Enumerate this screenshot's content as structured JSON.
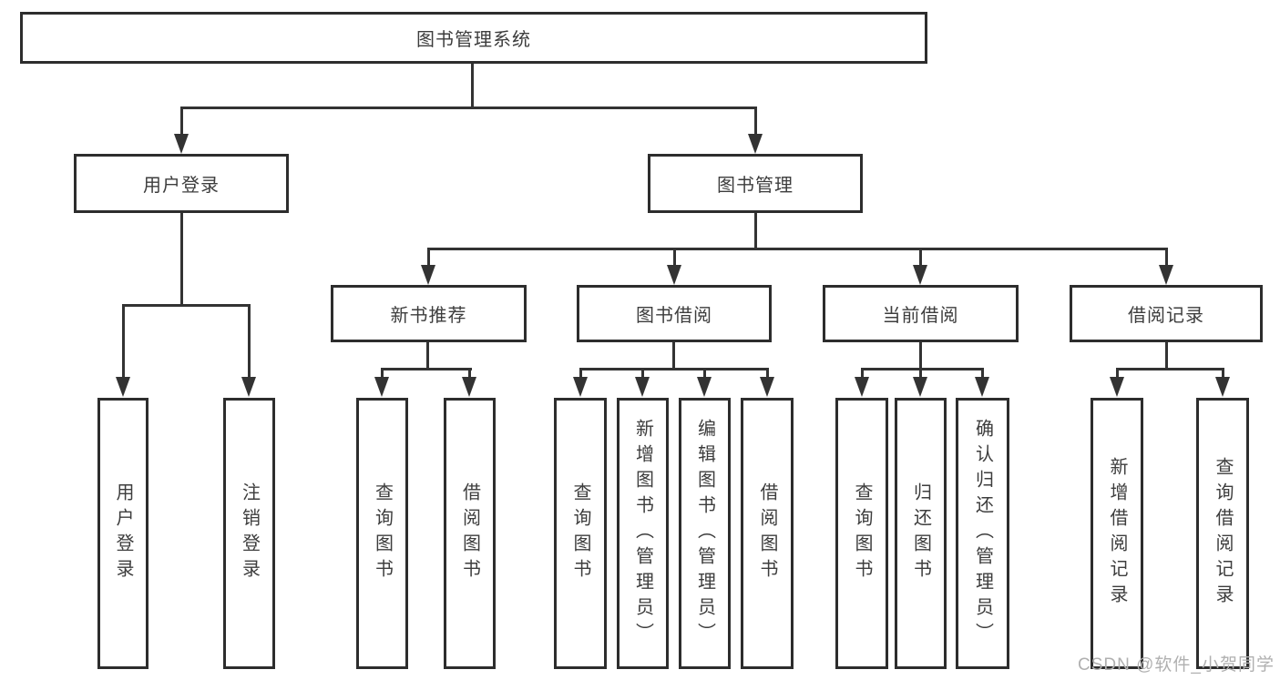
{
  "tree": {
    "label": "图书管理系统",
    "children": [
      {
        "label": "用户登录",
        "children": [
          {
            "label": "用户登录"
          },
          {
            "label": "注销登录"
          }
        ]
      },
      {
        "label": "图书管理",
        "children": [
          {
            "label": "新书推荐",
            "children": [
              {
                "label": "查询图书"
              },
              {
                "label": "借阅图书"
              }
            ]
          },
          {
            "label": "图书借阅",
            "children": [
              {
                "label": "查询图书"
              },
              {
                "label": "新增图书（管理员）"
              },
              {
                "label": "编辑图书（管理员）"
              },
              {
                "label": "借阅图书"
              }
            ]
          },
          {
            "label": "当前借阅",
            "children": [
              {
                "label": "查询图书"
              },
              {
                "label": "归还图书"
              },
              {
                "label": "确认归还（管理员）"
              }
            ]
          },
          {
            "label": "借阅记录",
            "children": [
              {
                "label": "新增借阅记录"
              },
              {
                "label": "查询借阅记录"
              }
            ]
          }
        ]
      }
    ]
  },
  "watermark": {
    "text": "CSDN @软件_小贺同学"
  },
  "colors": {
    "line": "#333333",
    "box_border": "#2d2d2d",
    "text": "#3d3d3d",
    "watermark": "#b0b0b0",
    "background": "#ffffff"
  }
}
